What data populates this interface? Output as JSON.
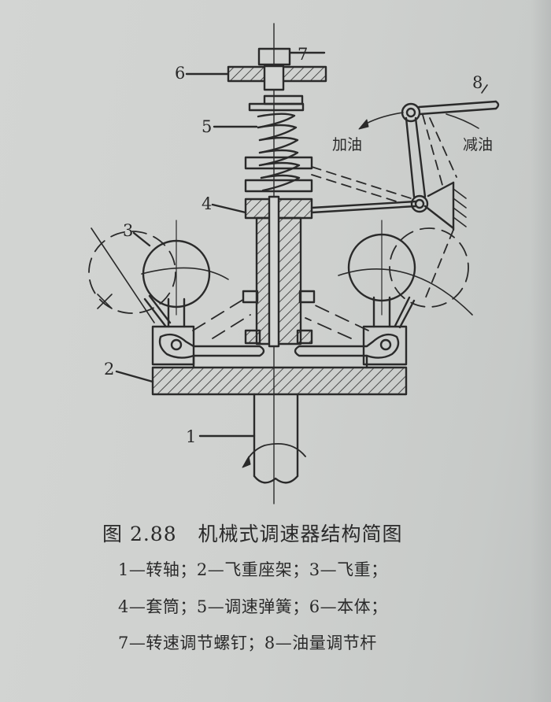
{
  "figure": {
    "number": "图 2.88",
    "title": "机械式调速器结构简图",
    "legend_lines": [
      "1—转轴；2—飞重座架；3—飞重；",
      "4—套筒；5—调速弹簧；6—本体；",
      "7—转速调节螺钉；8—油量调节杆"
    ],
    "parts": [
      {
        "id": "1",
        "name": "转轴"
      },
      {
        "id": "2",
        "name": "飞重座架"
      },
      {
        "id": "3",
        "name": "飞重"
      },
      {
        "id": "4",
        "name": "套筒"
      },
      {
        "id": "5",
        "name": "调速弹簧"
      },
      {
        "id": "6",
        "name": "本体"
      },
      {
        "id": "7",
        "name": "转速调节螺钉"
      },
      {
        "id": "8",
        "name": "油量调节杆"
      }
    ],
    "annotations": {
      "increase_fuel": "加油",
      "decrease_fuel": "减油"
    },
    "labels": {
      "l1": "1",
      "l2": "2",
      "l3": "3",
      "l4": "4",
      "l5": "5",
      "l6": "6",
      "l7": "7",
      "l8": "8"
    }
  },
  "colors": {
    "ink": "#2a2a2a",
    "paper": "#d3d5d3"
  }
}
